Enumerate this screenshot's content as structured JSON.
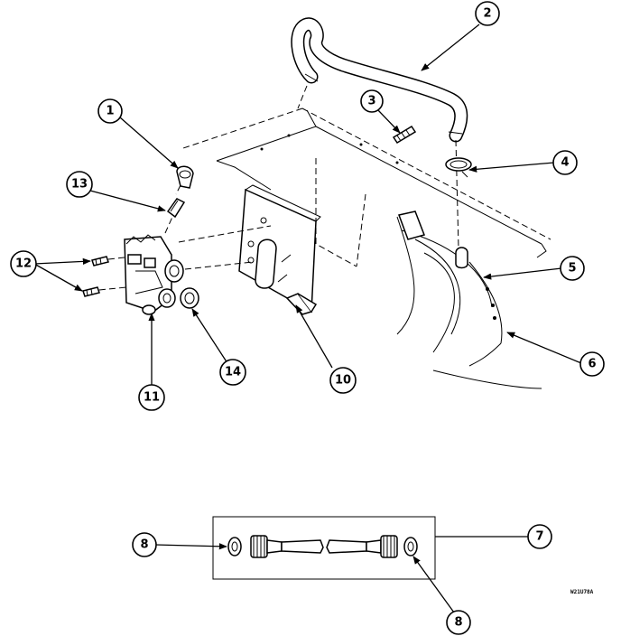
{
  "callouts": [
    {
      "id": "c1",
      "label": "1"
    },
    {
      "id": "c2",
      "label": "2"
    },
    {
      "id": "c3",
      "label": "3"
    },
    {
      "id": "c4",
      "label": "4"
    },
    {
      "id": "c5",
      "label": "5"
    },
    {
      "id": "c6",
      "label": "6"
    },
    {
      "id": "c7",
      "label": "7"
    },
    {
      "id": "c8a",
      "label": "8"
    },
    {
      "id": "c8b",
      "label": "8"
    },
    {
      "id": "c10",
      "label": "10"
    },
    {
      "id": "c11",
      "label": "11"
    },
    {
      "id": "c12",
      "label": "12"
    },
    {
      "id": "c13",
      "label": "13"
    },
    {
      "id": "c14",
      "label": "14"
    }
  ],
  "figure_code": "W21U78A"
}
